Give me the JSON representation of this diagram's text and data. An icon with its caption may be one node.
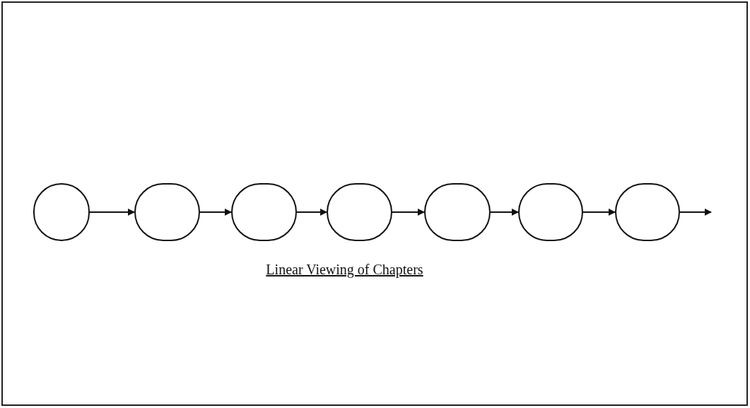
{
  "diagram": {
    "caption": "Linear Viewing of Chapters",
    "nodes": [
      {
        "text": [],
        "shape": "circle"
      },
      {
        "text": [],
        "shape": "circle"
      },
      {
        "text": [],
        "shape": "circle"
      },
      {
        "text": [],
        "shape": "circle"
      },
      {
        "text": [],
        "shape": "circle"
      },
      {
        "text": [],
        "shape": "circle"
      },
      {
        "text": [],
        "shape": "circle"
      }
    ],
    "edges": [
      {
        "from": 0,
        "to": 1,
        "arrow": "to"
      },
      {
        "from": 1,
        "to": 2,
        "arrow": "to"
      },
      {
        "from": 2,
        "to": 3,
        "arrow": "to"
      },
      {
        "from": 3,
        "to": 4,
        "arrow": "to"
      },
      {
        "from": 4,
        "to": 5,
        "arrow": "to"
      },
      {
        "from": 5,
        "to": 6,
        "arrow": "to"
      },
      {
        "from": 6,
        "to": null,
        "arrow": "to"
      }
    ]
  }
}
